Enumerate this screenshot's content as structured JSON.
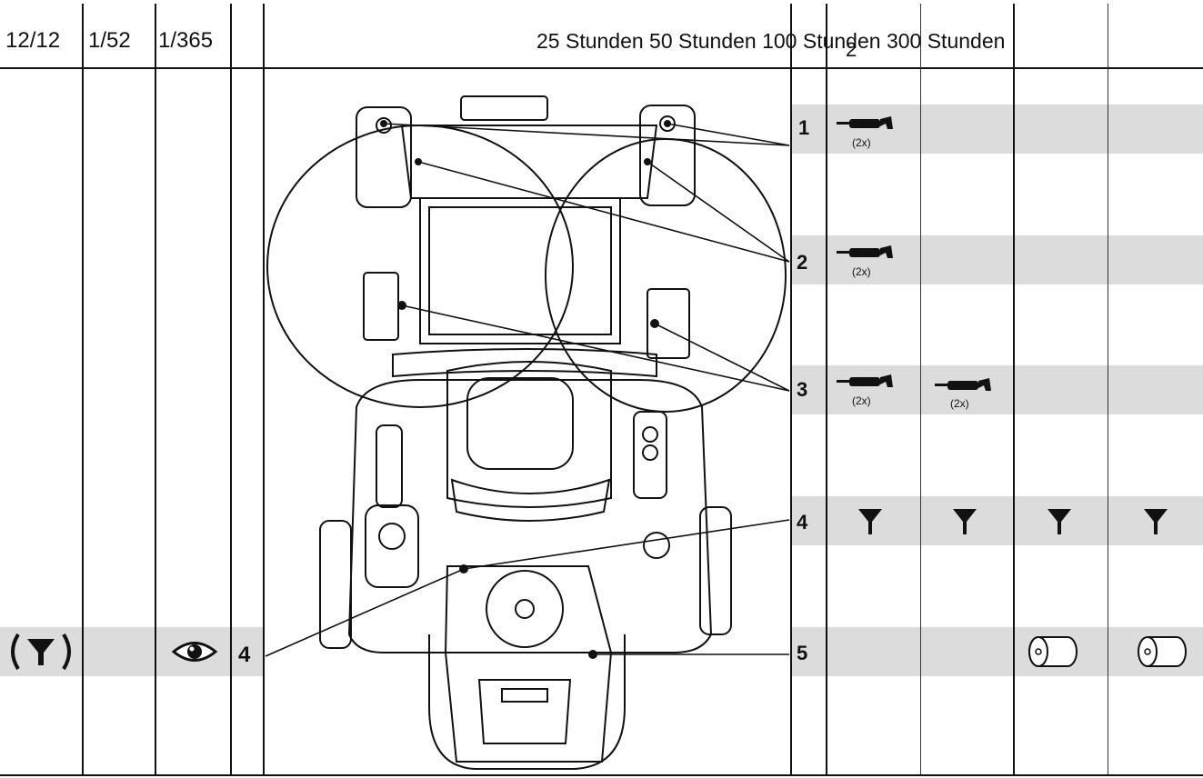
{
  "header": {
    "col_12_12": "12/12",
    "col_1_52": "1/52",
    "col_1_365": "1/365",
    "intervals": "25 Stunden 50 Stunden 100 Stunden 300 Stunden",
    "col_2_marker": "2"
  },
  "rows": [
    {
      "number": "1",
      "cells": [
        {
          "icon": "grease-gun-icon",
          "multiplier": "(2x)"
        }
      ]
    },
    {
      "number": "2",
      "cells": [
        {
          "icon": "grease-gun-icon",
          "multiplier": "(2x)"
        }
      ]
    },
    {
      "number": "3",
      "cells": [
        {
          "icon": "grease-gun-icon",
          "multiplier": "(2x)"
        },
        {
          "icon": "grease-gun-icon",
          "multiplier": "(2x)"
        }
      ]
    },
    {
      "number": "4",
      "cells": [
        {
          "icon": "funnel-icon"
        },
        {
          "icon": "funnel-icon"
        },
        {
          "icon": "funnel-icon"
        },
        {
          "icon": "funnel-icon"
        }
      ]
    },
    {
      "number": "5",
      "cells": [
        {
          "icon": "oil-filter-icon"
        },
        {
          "icon": "oil-filter-icon"
        }
      ]
    }
  ],
  "left_row": {
    "number": "4",
    "icons": [
      "funnel-in-parentheses-icon",
      "eye-icon"
    ]
  },
  "colors": {
    "band": "#dcdcdc",
    "line": "#111111"
  }
}
